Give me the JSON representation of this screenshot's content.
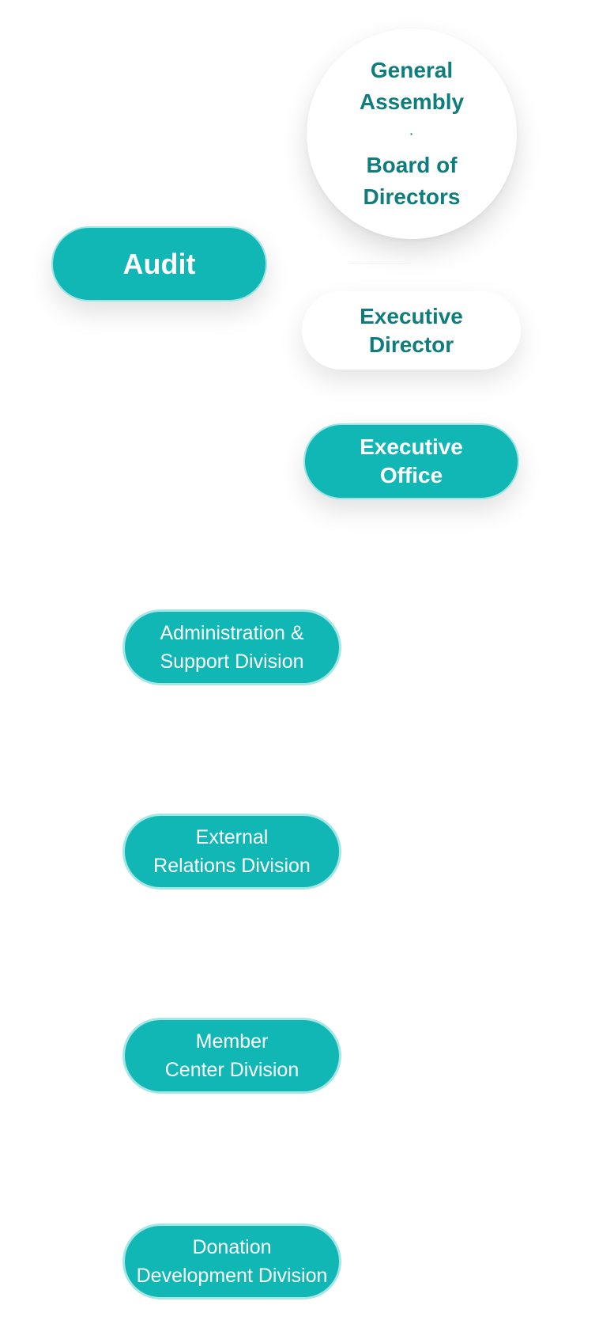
{
  "governance": {
    "line1": "General",
    "line2": "Assembly",
    "separator": "·",
    "line3": "Board of",
    "line4": "Directors"
  },
  "audit": {
    "label": "Audit"
  },
  "executive_director": {
    "line1": "Executive",
    "line2": "Director"
  },
  "executive_office": {
    "line1": "Executive",
    "line2": "Office"
  },
  "divisions": [
    {
      "line1": "Administration &",
      "line2": "Support Division"
    },
    {
      "line1": "External",
      "line2": "Relations Division"
    },
    {
      "line1": "Member",
      "line2": "Center Division"
    },
    {
      "line1": "Donation",
      "line2": "Development Division"
    }
  ],
  "colors": {
    "accent": "#11b7b5",
    "heading_text": "#0f7d7c",
    "node_border": "#a6e7e6",
    "background": "#ffffff"
  }
}
